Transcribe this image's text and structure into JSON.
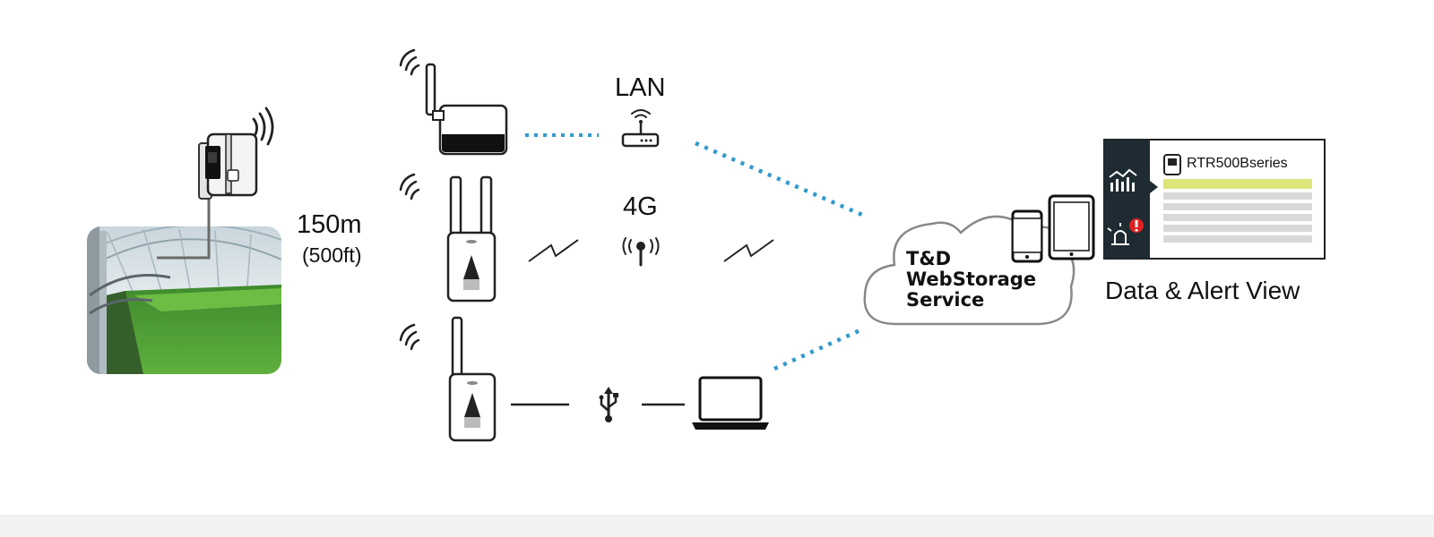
{
  "distance": {
    "value": "150m",
    "imperial": "(500ft)"
  },
  "channels": {
    "lan": "LAN",
    "cellular": "4G"
  },
  "cloud": {
    "line1": "T&D",
    "line2": "WebStorage",
    "line3": "Service"
  },
  "view_panel": {
    "device_label": "RTR500Bseries",
    "caption": "Data & Alert View"
  },
  "colors": {
    "link_dotted": "#3399cc",
    "panel_dark": "#1e2b33",
    "highlight_row": "#dde47a",
    "row_gray": "#d9d9d9",
    "alert_red": "#e02020"
  }
}
